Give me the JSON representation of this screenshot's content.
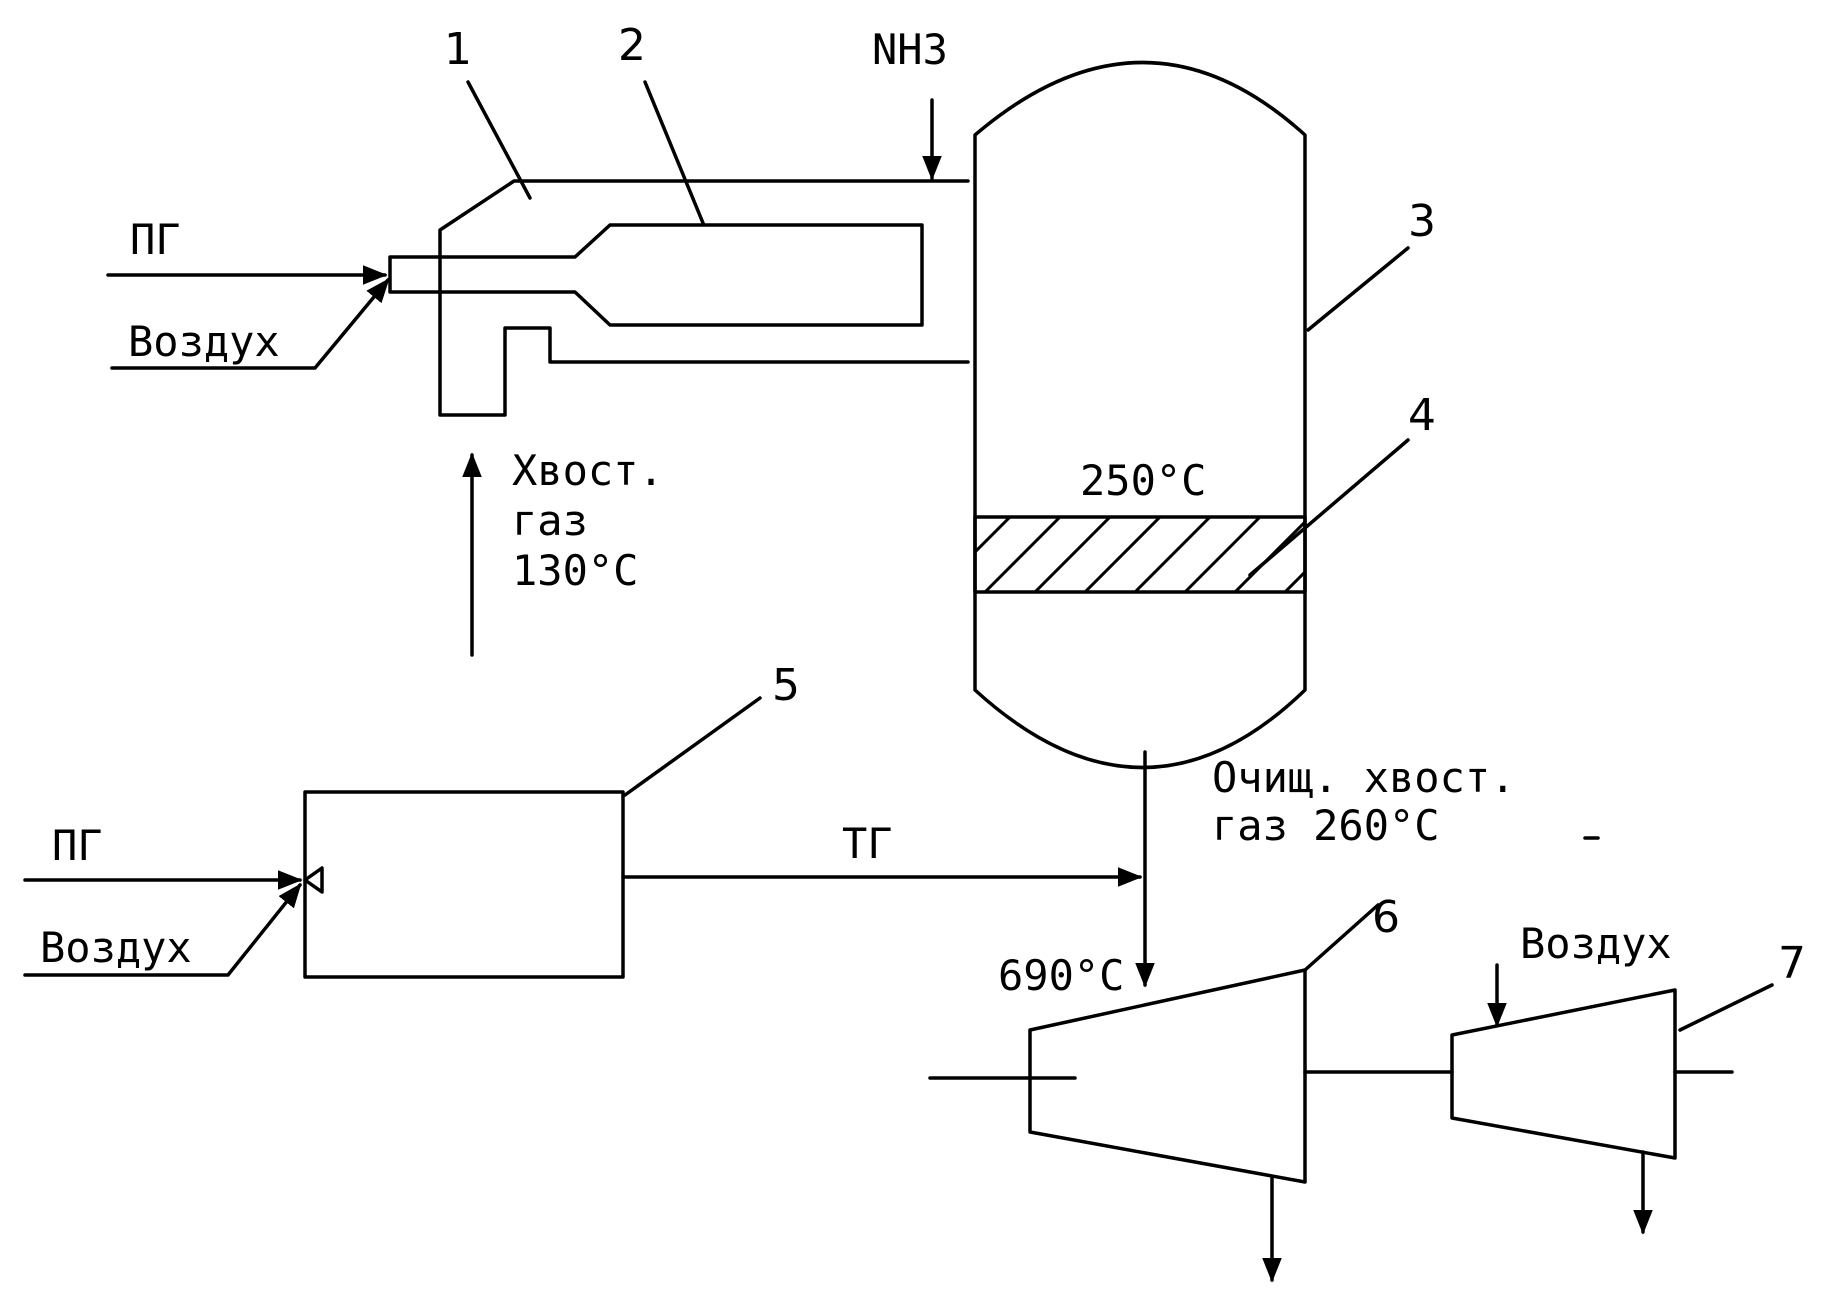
{
  "labels": {
    "num1": "1",
    "num2": "2",
    "num3": "3",
    "num4": "4",
    "num5": "5",
    "num6": "6",
    "num7": "7",
    "nh3": "NH3",
    "pg_top": "ПГ",
    "air_top": "Воздух",
    "tail_gas_line1": "Хвост.",
    "tail_gas_line2": "газ",
    "tail_gas_temp": "130°C",
    "bed_temp": "250°C",
    "clean_gas_line1": "Очищ. хвост.",
    "clean_gas_line2": "газ 260°C",
    "tg": "ТГ",
    "pg_bottom": "ПГ",
    "air_bottom": "Воздух",
    "turbine_inlet_temp": "690°C",
    "air_compressor": "Воздух"
  }
}
